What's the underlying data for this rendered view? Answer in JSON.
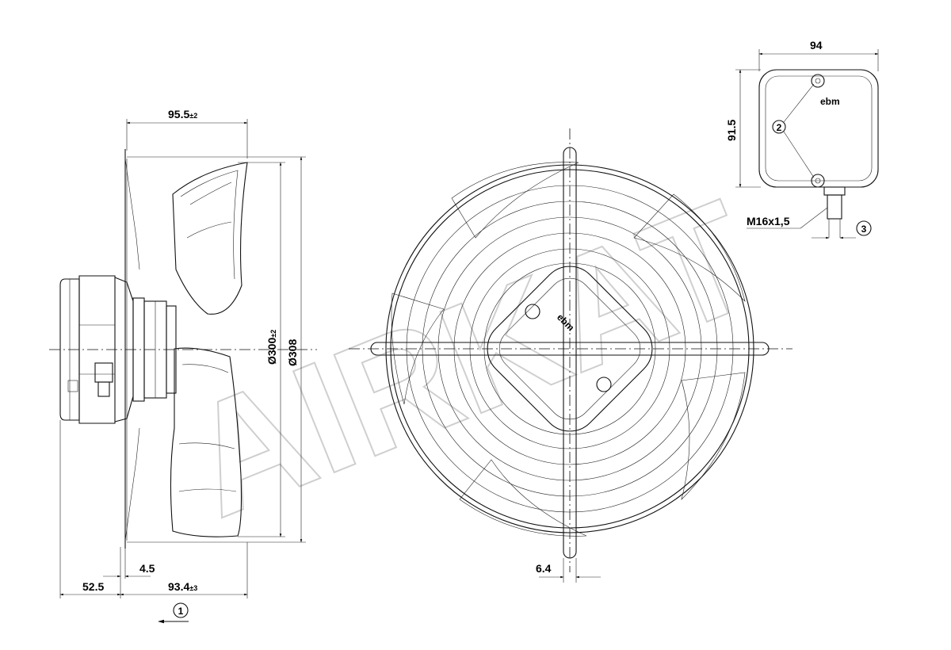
{
  "watermark": "AIRKAT",
  "side_view": {
    "dim_depth_total": {
      "value": "95.5",
      "tol": "±2"
    },
    "dim_fan_diameter": {
      "value": "Ø300",
      "tol": "±2"
    },
    "dim_overall_diameter": "Ø308",
    "dim_flange": "4.5",
    "dim_motor": "52.5",
    "dim_depth_front": {
      "value": "93.4",
      "tol": "±3"
    },
    "airflow_marker": "1"
  },
  "front_view": {
    "dim_guard_wire": "6.4",
    "logo": "ebm"
  },
  "terminal_box": {
    "dim_width": "94",
    "dim_height": "91.5",
    "screw_marker": "2",
    "cable_gland_marker": "3",
    "cable_gland_label": "M16x1,5",
    "logo": "ebm"
  }
}
